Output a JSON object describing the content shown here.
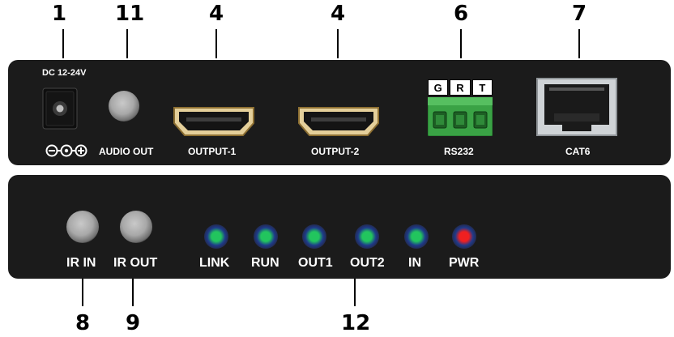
{
  "callouts": {
    "dc": "1",
    "audio": "11",
    "out1": "4",
    "out2": "4",
    "rs232": "6",
    "cat6": "7",
    "irin": "8",
    "irout": "9",
    "leds": "12"
  },
  "top_panel": {
    "dc_label": "DC 12-24V",
    "audio_label": "AUDIO OUT",
    "output1_label": "OUTPUT-1",
    "output2_label": "OUTPUT-2",
    "rs232_label": "RS232",
    "rs232_pins": [
      "G",
      "R",
      "T"
    ],
    "cat6_label": "CAT6"
  },
  "bottom_panel": {
    "ir_in_label": "IR IN",
    "ir_out_label": "IR OUT",
    "leds": [
      {
        "label": "LINK",
        "color": "#22c55e"
      },
      {
        "label": "RUN",
        "color": "#22c55e"
      },
      {
        "label": "OUT1",
        "color": "#22c55e"
      },
      {
        "label": "OUT2",
        "color": "#22c55e"
      },
      {
        "label": "IN",
        "color": "#22c55e"
      },
      {
        "label": "PWR",
        "color": "#ef2020"
      }
    ]
  },
  "colors": {
    "panel": "#1b1b1b",
    "terminal_green": "#3aa245",
    "hdmi_gold": "#c7a25a"
  }
}
